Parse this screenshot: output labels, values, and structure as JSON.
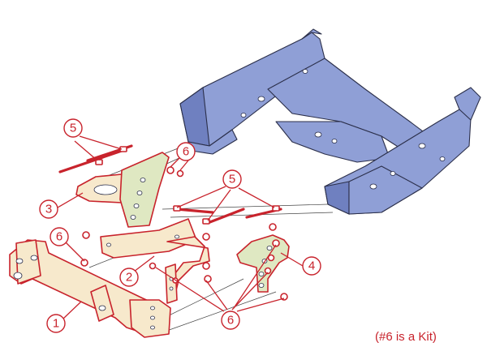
{
  "callouts": [
    {
      "label": "1"
    },
    {
      "label": "2"
    },
    {
      "label": "3"
    },
    {
      "label": "4"
    },
    {
      "label": "5"
    },
    {
      "label": "5"
    },
    {
      "label": "6"
    },
    {
      "label": "6"
    },
    {
      "label": "6"
    }
  ],
  "note": "(#6 is a Kit)",
  "colors": {
    "accent": "#c8232c",
    "vehicle_frame": "#8f9fd6",
    "crossbar": "#f7e9cc",
    "brackets": "#dfe8c2"
  }
}
